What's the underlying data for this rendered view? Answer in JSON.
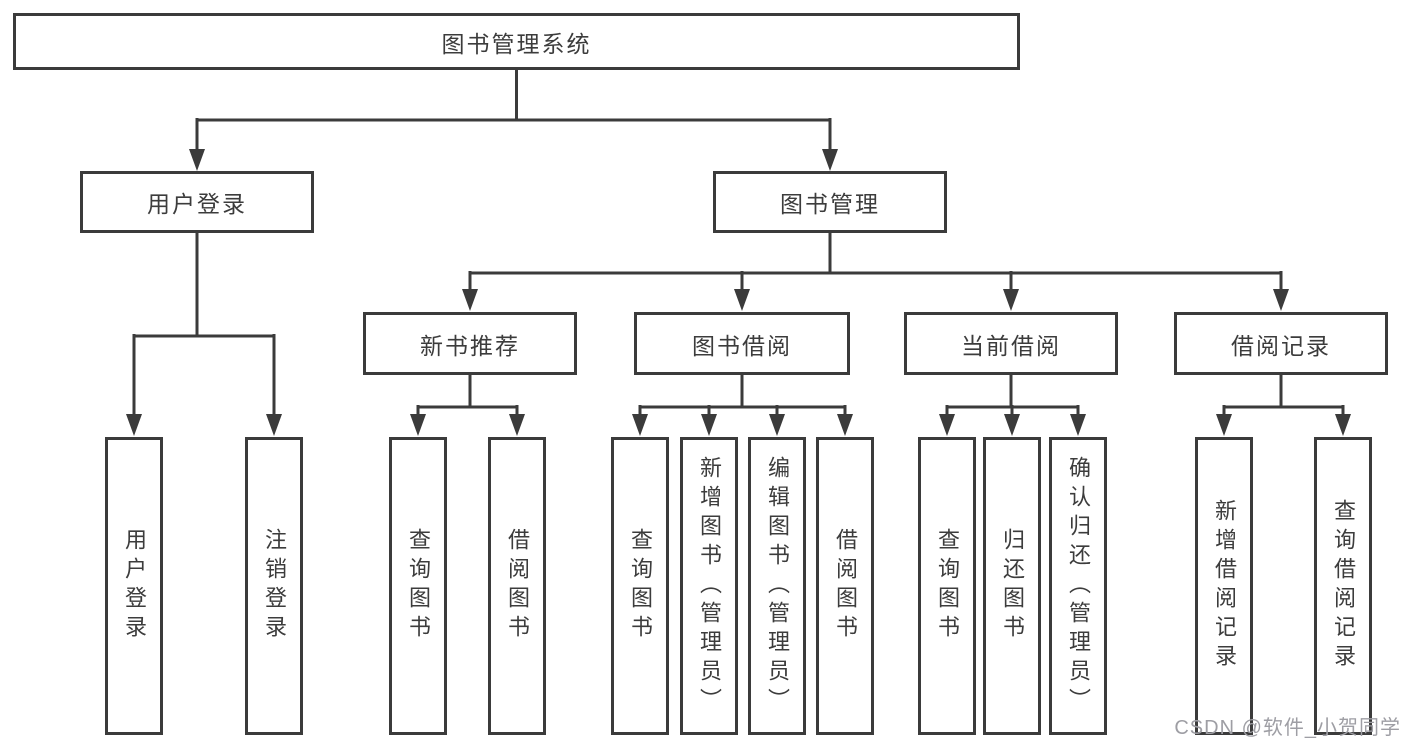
{
  "diagram": {
    "root": {
      "label": "图书管理系统"
    },
    "branches": [
      {
        "label": "用户登录",
        "children": [
          {
            "label": "用户登录"
          },
          {
            "label": "注销登录"
          }
        ]
      },
      {
        "label": "图书管理",
        "children": [
          {
            "label": "新书推荐",
            "children": [
              {
                "label": "查询图书"
              },
              {
                "label": "借阅图书"
              }
            ]
          },
          {
            "label": "图书借阅",
            "children": [
              {
                "label": "查询图书"
              },
              {
                "label": "新增图书（管理员）"
              },
              {
                "label": "编辑图书（管理员）"
              },
              {
                "label": "借阅图书"
              }
            ]
          },
          {
            "label": "当前借阅",
            "children": [
              {
                "label": "查询图书"
              },
              {
                "label": "归还图书"
              },
              {
                "label": "确认归还（管理员）"
              }
            ]
          },
          {
            "label": "借阅记录",
            "children": [
              {
                "label": "新增借阅记录"
              },
              {
                "label": "查询借阅记录"
              }
            ]
          }
        ]
      }
    ]
  },
  "watermark": "CSDN @软件_小贺同学",
  "colors": {
    "line": "#3b3b3b",
    "text": "#3c3c3c",
    "background": "#ffffff",
    "watermark": "#9e9ea4"
  }
}
